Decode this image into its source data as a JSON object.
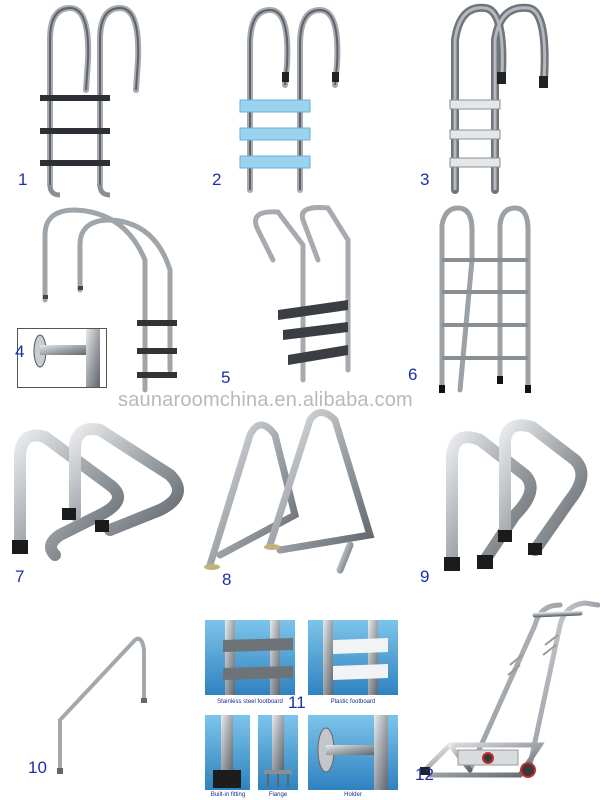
{
  "watermark": "saunaroomchina.en.alibaba.com",
  "items": [
    {
      "number": "1"
    },
    {
      "number": "2"
    },
    {
      "number": "3"
    },
    {
      "number": "4"
    },
    {
      "number": "5"
    },
    {
      "number": "6"
    },
    {
      "number": "7"
    },
    {
      "number": "8"
    },
    {
      "number": "9"
    },
    {
      "number": "10"
    },
    {
      "number": "11"
    },
    {
      "number": "12"
    }
  ],
  "accessories": {
    "stainless_footboard": "Stainless steel footboard",
    "plastic_footboard": "Plastic footboard",
    "builtin_fitting": "Built-in fitting",
    "flange": "Flange",
    "holder": "Holder"
  },
  "colors": {
    "number_blue": "#1c2fa8",
    "steel": "#a9adb2",
    "water_blue": "#4aa3d8",
    "plastic_step": "#9ad3ef"
  }
}
